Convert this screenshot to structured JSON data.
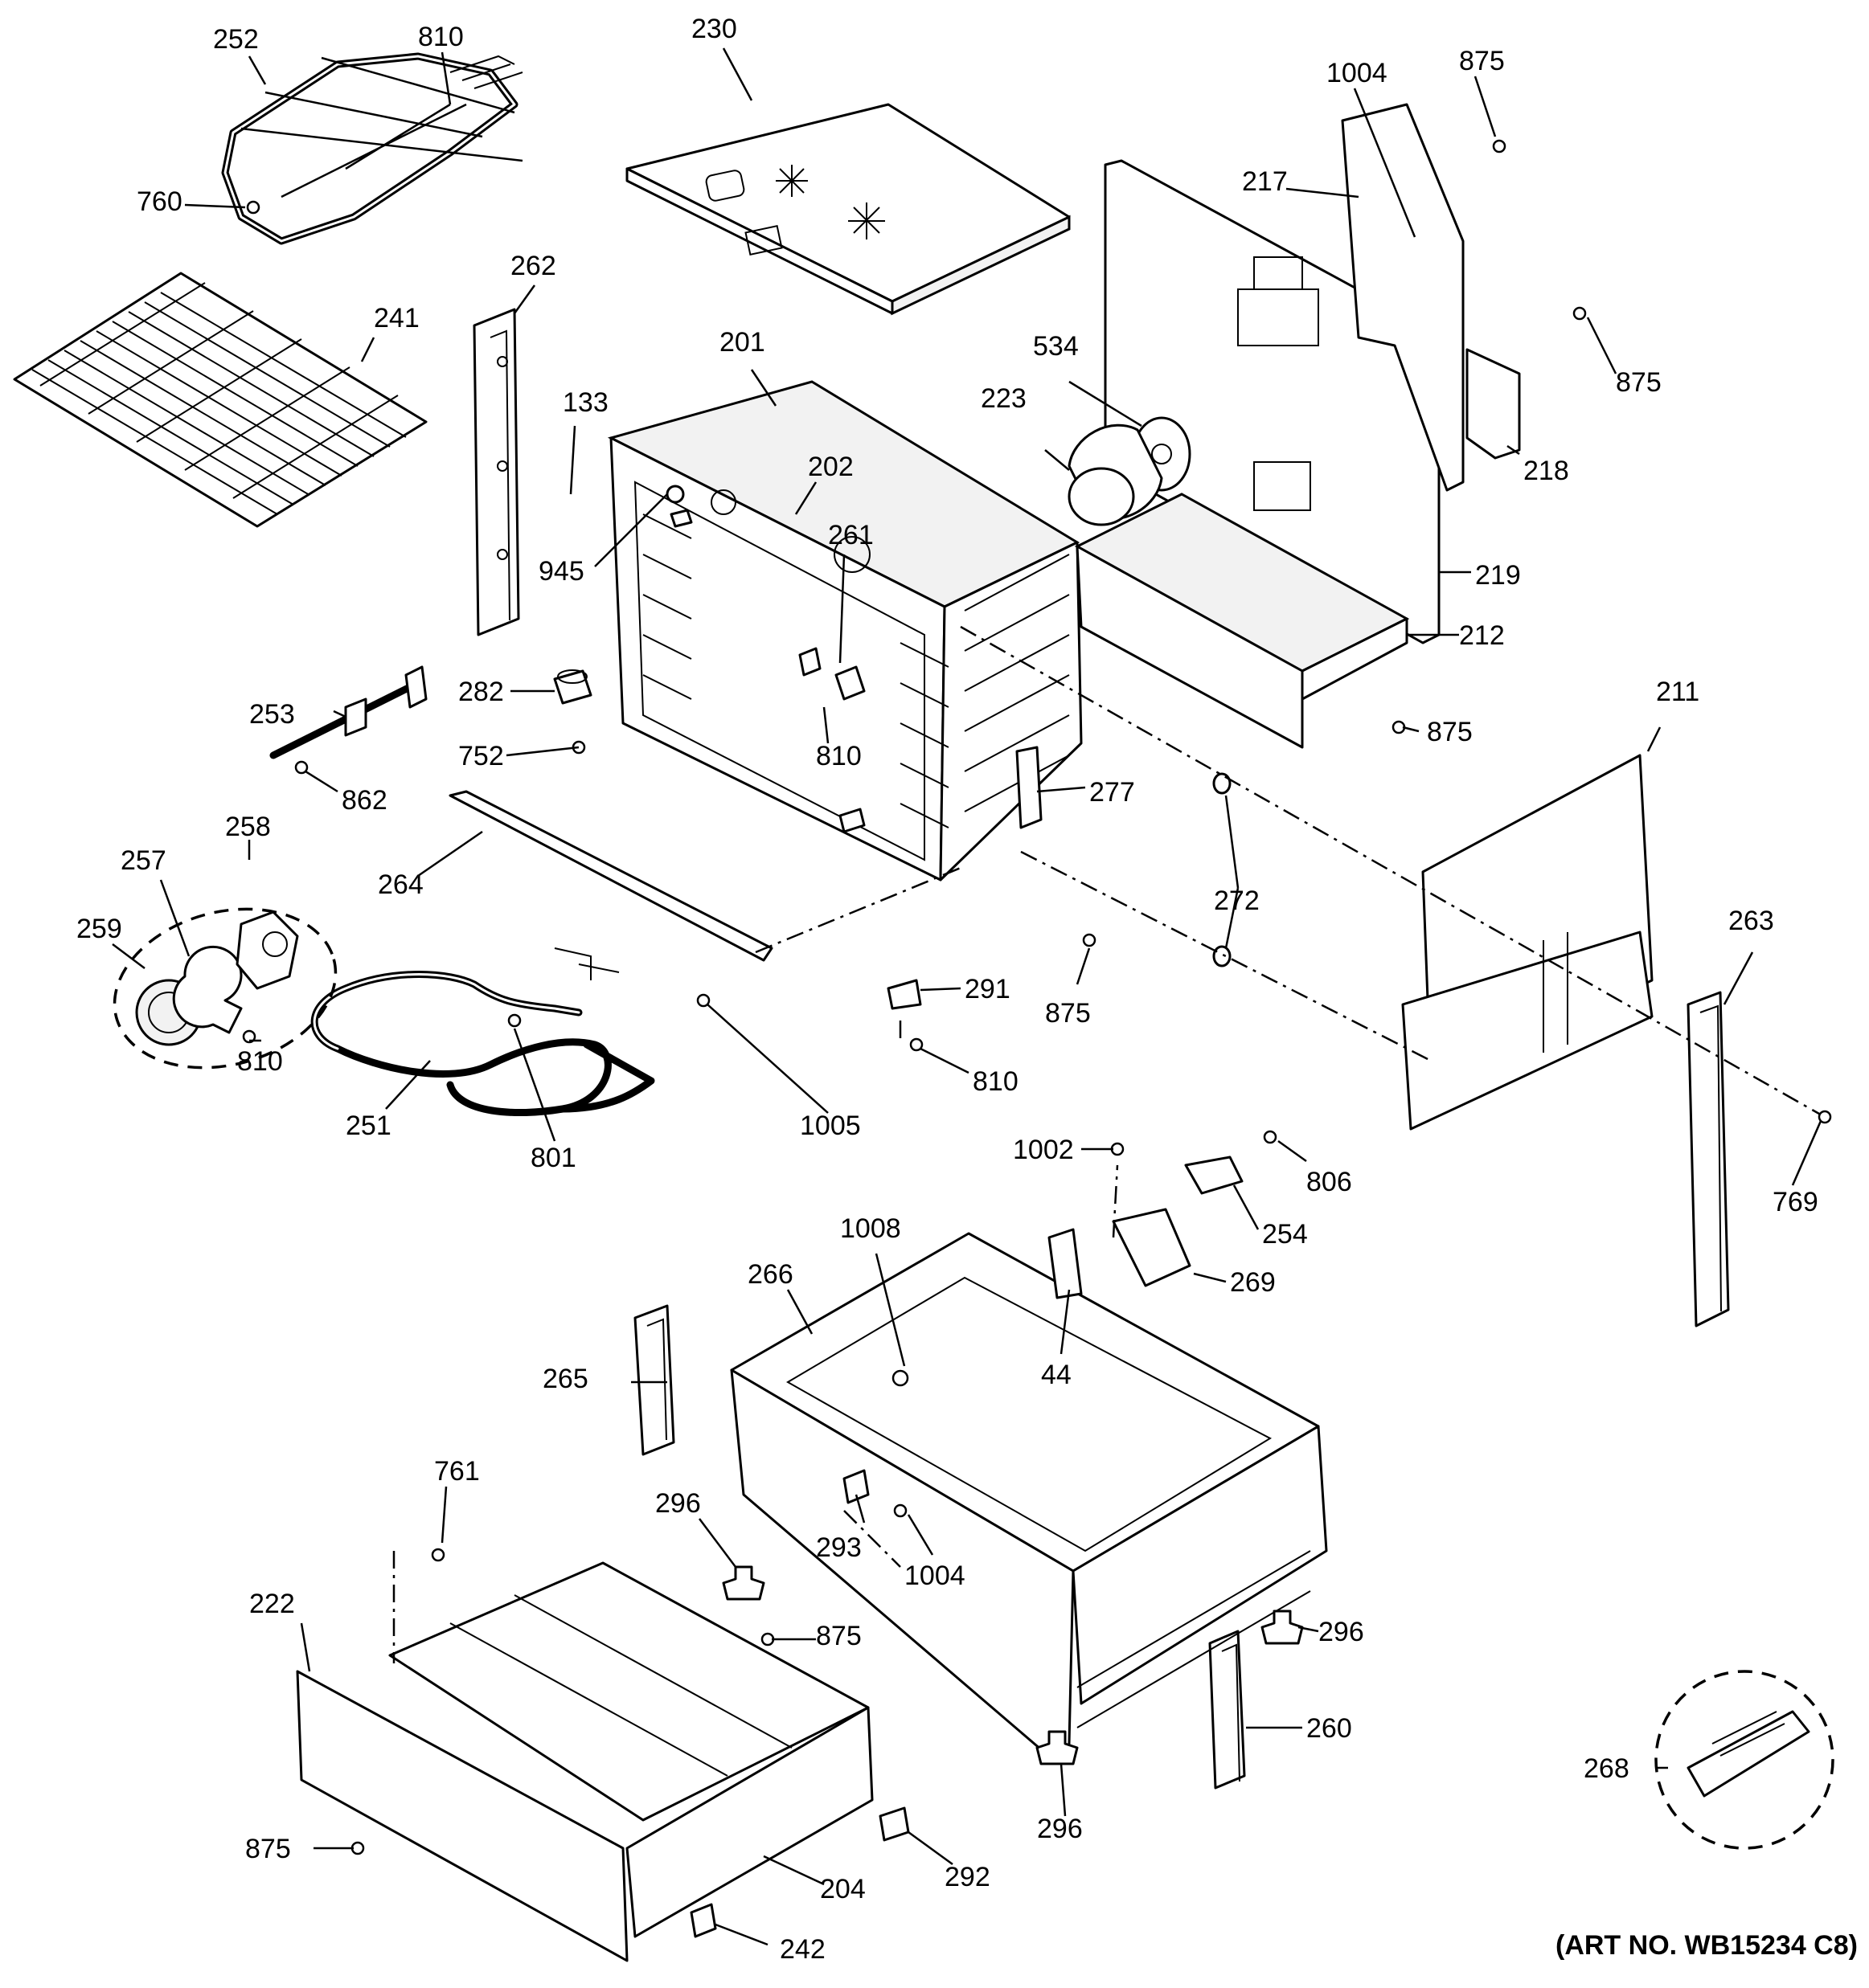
{
  "callouts": [
    {
      "id": "c252",
      "text": "252"
    },
    {
      "id": "c810a",
      "text": "810"
    },
    {
      "id": "c230",
      "text": "230"
    },
    {
      "id": "c1004a",
      "text": "1004"
    },
    {
      "id": "c875a",
      "text": "875"
    },
    {
      "id": "c760",
      "text": "760"
    },
    {
      "id": "c217",
      "text": "217"
    },
    {
      "id": "c262",
      "text": "262"
    },
    {
      "id": "c241",
      "text": "241"
    },
    {
      "id": "c201",
      "text": "201"
    },
    {
      "id": "c534",
      "text": "534"
    },
    {
      "id": "c875b",
      "text": "875"
    },
    {
      "id": "c133",
      "text": "133"
    },
    {
      "id": "c223",
      "text": "223"
    },
    {
      "id": "c218",
      "text": "218"
    },
    {
      "id": "c202",
      "text": "202"
    },
    {
      "id": "c261",
      "text": "261"
    },
    {
      "id": "c945",
      "text": "945"
    },
    {
      "id": "c219",
      "text": "219"
    },
    {
      "id": "c212",
      "text": "212"
    },
    {
      "id": "c253",
      "text": "253"
    },
    {
      "id": "c282",
      "text": "282"
    },
    {
      "id": "c810b",
      "text": "810"
    },
    {
      "id": "c875c",
      "text": "875"
    },
    {
      "id": "c211",
      "text": "211"
    },
    {
      "id": "c752",
      "text": "752"
    },
    {
      "id": "c862",
      "text": "862"
    },
    {
      "id": "c277",
      "text": "277"
    },
    {
      "id": "c258",
      "text": "258"
    },
    {
      "id": "c257",
      "text": "257"
    },
    {
      "id": "c264",
      "text": "264"
    },
    {
      "id": "c272",
      "text": "272"
    },
    {
      "id": "c263",
      "text": "263"
    },
    {
      "id": "c259",
      "text": "259"
    },
    {
      "id": "c291",
      "text": "291"
    },
    {
      "id": "c875d",
      "text": "875"
    },
    {
      "id": "c810c",
      "text": "810"
    },
    {
      "id": "c810d",
      "text": "810"
    },
    {
      "id": "c251",
      "text": "251"
    },
    {
      "id": "c801",
      "text": "801"
    },
    {
      "id": "c1005",
      "text": "1005"
    },
    {
      "id": "c1002",
      "text": "1002"
    },
    {
      "id": "c806",
      "text": "806"
    },
    {
      "id": "c769",
      "text": "769"
    },
    {
      "id": "c1008",
      "text": "1008"
    },
    {
      "id": "c254",
      "text": "254"
    },
    {
      "id": "c266",
      "text": "266"
    },
    {
      "id": "c269",
      "text": "269"
    },
    {
      "id": "c265",
      "text": "265"
    },
    {
      "id": "c44",
      "text": "44"
    },
    {
      "id": "c761",
      "text": "761"
    },
    {
      "id": "c296a",
      "text": "296"
    },
    {
      "id": "c293",
      "text": "293"
    },
    {
      "id": "c1004b",
      "text": "1004"
    },
    {
      "id": "c222",
      "text": "222"
    },
    {
      "id": "c875e",
      "text": "875"
    },
    {
      "id": "c296b",
      "text": "296"
    },
    {
      "id": "c260",
      "text": "260"
    },
    {
      "id": "c268",
      "text": "268"
    },
    {
      "id": "c296c",
      "text": "296"
    },
    {
      "id": "c875f",
      "text": "875"
    },
    {
      "id": "c292",
      "text": "292"
    },
    {
      "id": "c204",
      "text": "204"
    },
    {
      "id": "c242",
      "text": "242"
    }
  ],
  "art_number": "(ART NO. WB15234 C8)"
}
